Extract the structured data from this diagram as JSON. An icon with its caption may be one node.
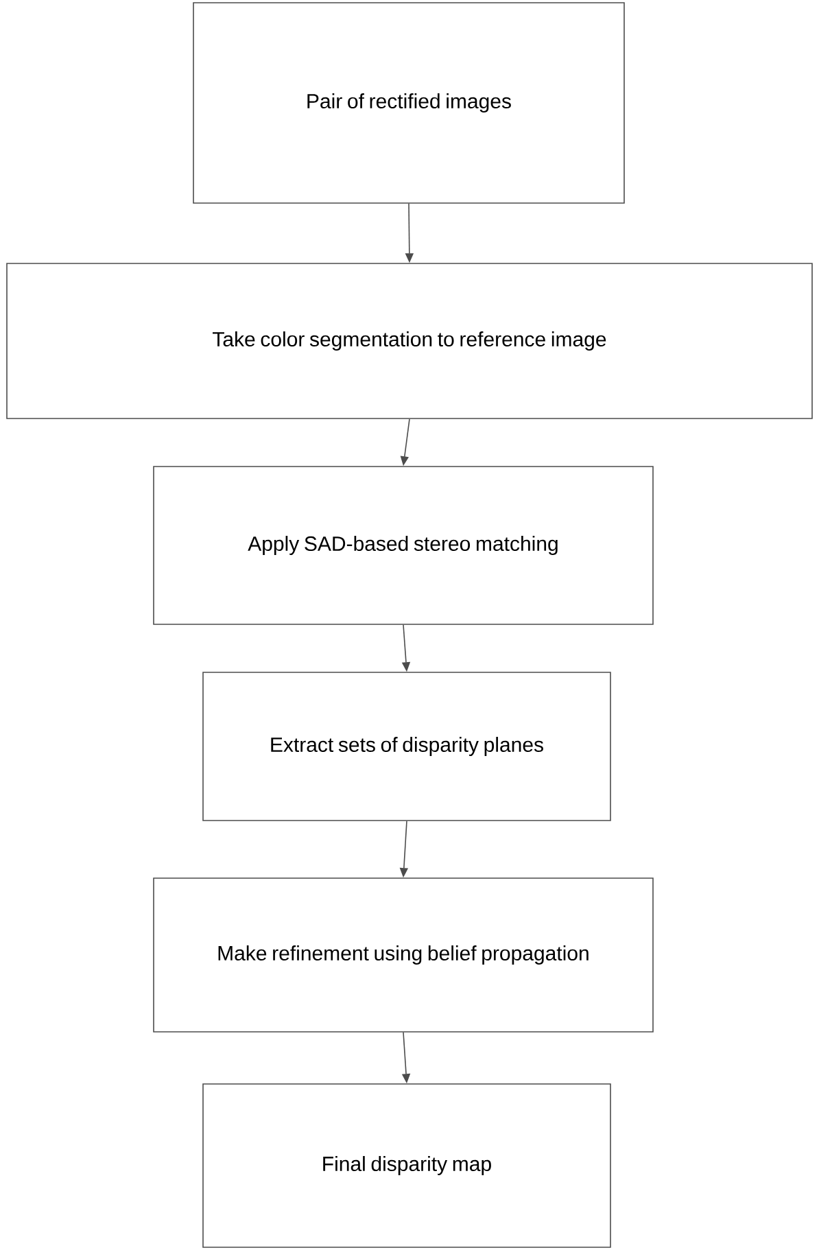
{
  "diagram": {
    "nodes": [
      {
        "text": [
          "Pair of rectified images"
        ]
      },
      {
        "text": [
          "Take color segmentation to reference image"
        ]
      },
      {
        "text": [
          "Apply SAD-based stereo matching"
        ]
      },
      {
        "text": [
          "Extract sets of disparity planes"
        ]
      },
      {
        "text": [
          "Make refinement using belief propagation"
        ]
      },
      {
        "text": [
          "Final disparity map"
        ]
      }
    ],
    "edges": [
      {
        "from": 0,
        "to": 1,
        "arrow": "to"
      },
      {
        "from": 1,
        "to": 2,
        "arrow": "to"
      },
      {
        "from": 2,
        "to": 3,
        "arrow": "to"
      },
      {
        "from": 3,
        "to": 4,
        "arrow": "to"
      },
      {
        "from": 4,
        "to": 5,
        "arrow": "to"
      }
    ]
  }
}
